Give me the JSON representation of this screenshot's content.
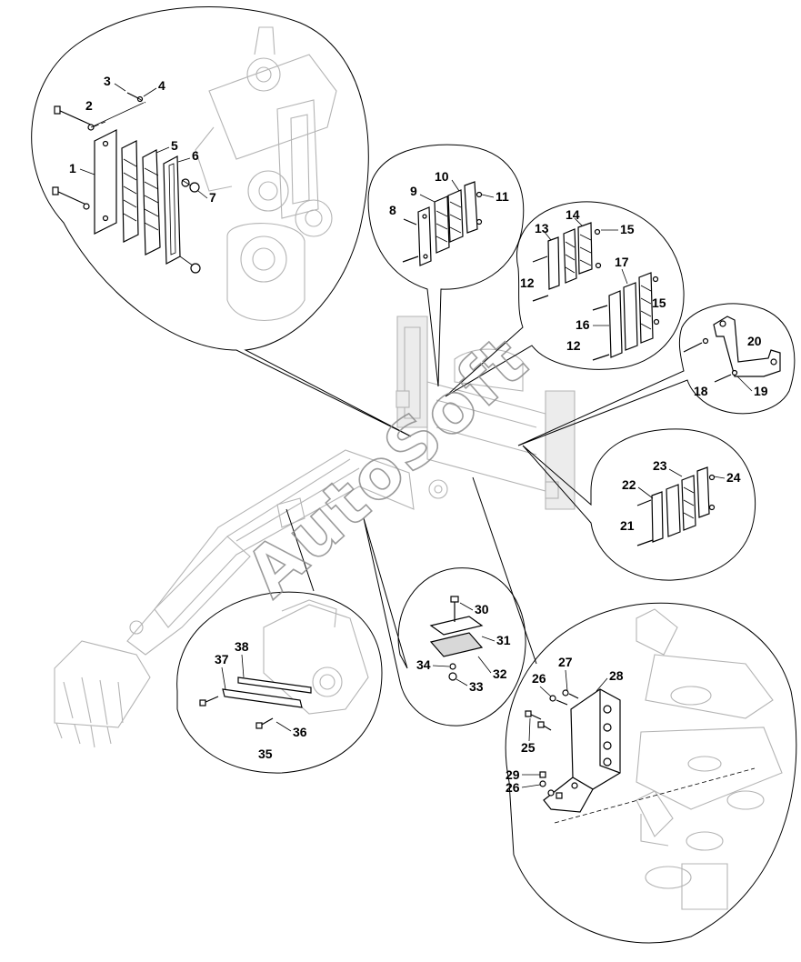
{
  "watermark": "AutoSoft",
  "callouts": {
    "c1": "1",
    "c2": "2",
    "c3": "3",
    "c4": "4",
    "c5": "5",
    "c6": "6",
    "c7": "7",
    "c8": "8",
    "c9": "9",
    "c10": "10",
    "c11": "11",
    "c12a": "12",
    "c12b": "12",
    "c13": "13",
    "c14": "14",
    "c15a": "15",
    "c15b": "15",
    "c16": "16",
    "c17": "17",
    "c18": "18",
    "c19": "19",
    "c20": "20",
    "c21": "21",
    "c22": "22",
    "c23": "23",
    "c24": "24",
    "c25": "25",
    "c26a": "26",
    "c26b": "26",
    "c27": "27",
    "c28": "28",
    "c29": "29",
    "c30": "30",
    "c31": "31",
    "c32": "32",
    "c33": "33",
    "c34": "34",
    "c35": "35",
    "c36": "36",
    "c37": "37",
    "c38": "38"
  }
}
